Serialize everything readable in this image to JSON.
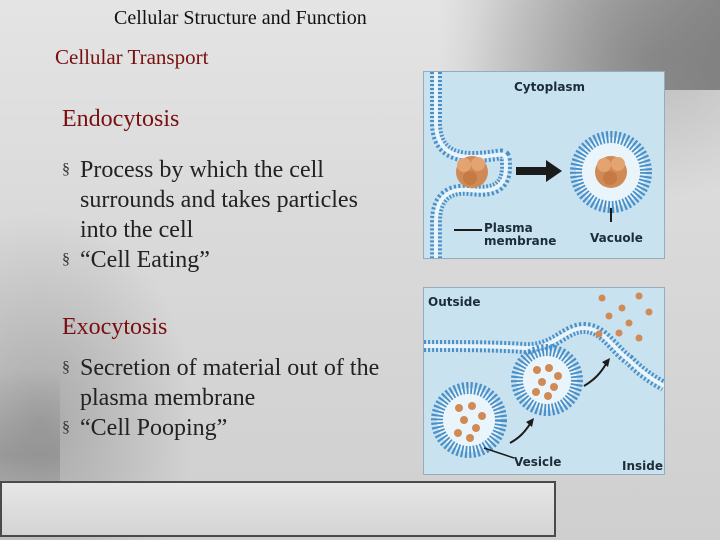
{
  "slide": {
    "header_title": "Cellular Structure and Function",
    "subtitle": "Cellular Transport"
  },
  "sections": [
    {
      "heading": "Endocytosis",
      "bullets": [
        "Process by which the cell surrounds and takes particles into the cell",
        "“Cell Eating”"
      ]
    },
    {
      "heading": "Exocytosis",
      "bullets": [
        "Secretion of material out of the plasma membrane",
        "“Cell Pooping”"
      ]
    }
  ],
  "figures": {
    "endocytosis": {
      "cytoplasm": "Cytoplasm",
      "plasma_membrane": "Plasma membrane",
      "vacuole": "Vacuole"
    },
    "exocytosis": {
      "outside": "Outside",
      "vesicle": "Vesicle",
      "inside": "Inside"
    }
  },
  "colors": {
    "heading_red": "#7a0f0f",
    "figure_bg": "#c9e2f0",
    "membrane_blue": "#4a90c8",
    "particle": "#d08a55"
  },
  "icons": {
    "bullet": "square-bullet-icon",
    "arrow": "right-arrow-icon"
  }
}
